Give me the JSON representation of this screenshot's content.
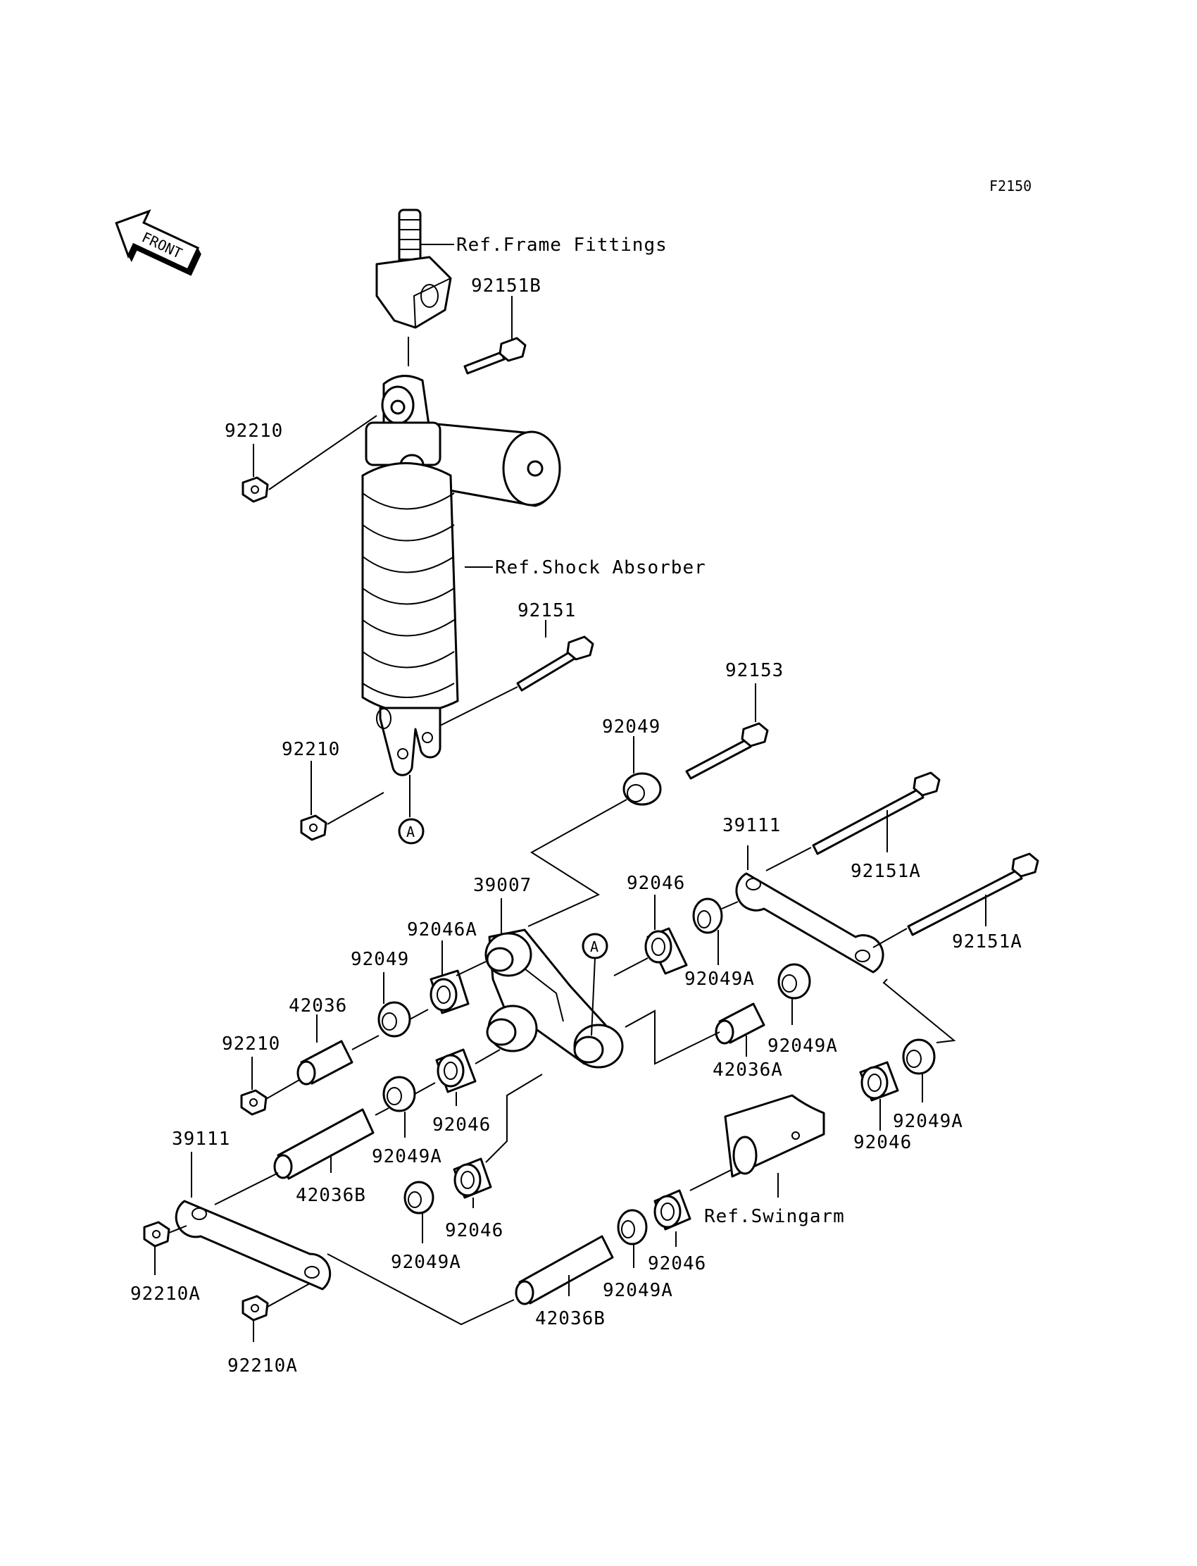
{
  "figure_code": "F2150",
  "front_label": "FRONT",
  "reference_labels": {
    "frame_fittings": "Ref.Frame Fittings",
    "shock_absorber": "Ref.Shock Absorber",
    "swingarm": "Ref.Swingarm"
  },
  "connector_marker": "A",
  "part_labels": [
    "92151B",
    "92210",
    "92151",
    "92210",
    "92153",
    "92049",
    "39111",
    "92151A",
    "92151A",
    "39007",
    "92046",
    "92046A",
    "92049",
    "42036",
    "92049A",
    "92210",
    "92049A",
    "42036A",
    "92046",
    "92049A",
    "92046",
    "39111",
    "92049A",
    "42036B",
    "92046",
    "92049A",
    "92046",
    "92210A",
    "92049A",
    "42036B",
    "92210A"
  ]
}
